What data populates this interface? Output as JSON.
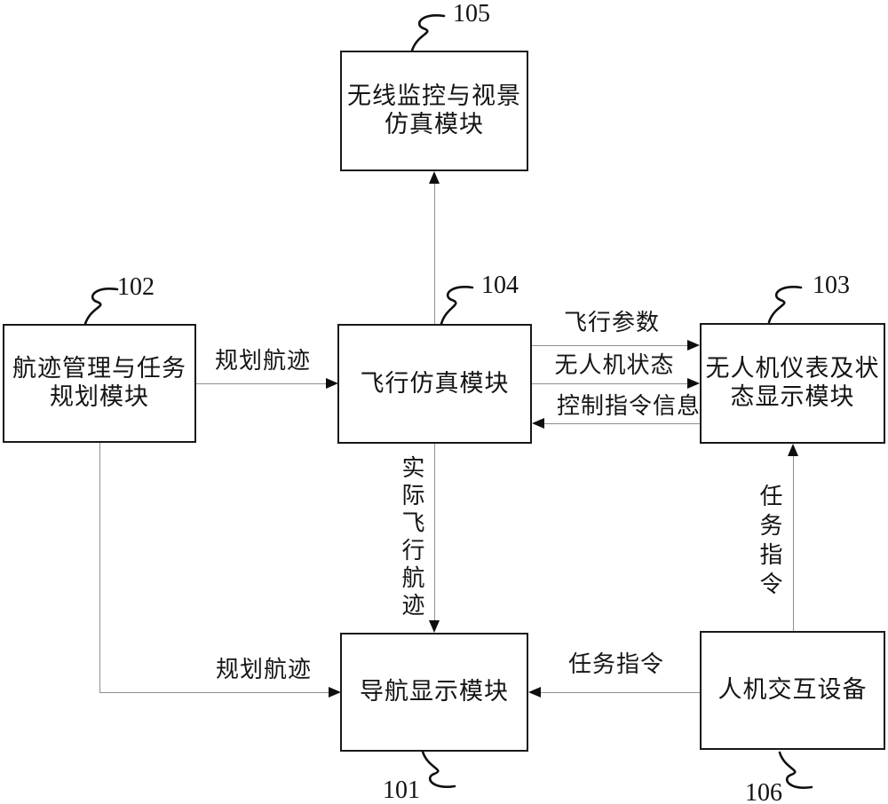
{
  "nodes": {
    "box105": {
      "label": "无线监控与视景仿真模块",
      "ref": "105"
    },
    "box102": {
      "label": "航迹管理与任务规划模块",
      "ref": "102"
    },
    "box104": {
      "label": "飞行仿真模块",
      "ref": "104"
    },
    "box103": {
      "label": "无人机仪表及状态显示模块",
      "ref": "103"
    },
    "box101": {
      "label": "导航显示模块",
      "ref": "101"
    },
    "box106": {
      "label": "人机交互设备",
      "ref": "106"
    }
  },
  "edges": {
    "planned_track_top": {
      "label": "规划航迹",
      "from": "box102",
      "to": "box104"
    },
    "flight_params": {
      "label": "飞行参数",
      "from": "box104",
      "to": "box103"
    },
    "uav_status": {
      "label": "无人机状态",
      "from": "box104",
      "to": "box103"
    },
    "control_cmd_info": {
      "label": "控制指令信息",
      "from": "box103",
      "to": "box104"
    },
    "actual_flight_track": {
      "label": "实际飞行航迹",
      "from": "box104",
      "to": "box101"
    },
    "planned_track_bottom": {
      "label": "规划航迹",
      "from": "box102",
      "to": "box101"
    },
    "mission_cmd_horizontal": {
      "label": "任务指令",
      "from": "box106",
      "to": "box101"
    },
    "mission_cmd_vertical": {
      "label": "任务指令",
      "from": "box106",
      "to": "box103"
    },
    "sim_to_monitor": {
      "label": "",
      "from": "box104",
      "to": "box105"
    }
  },
  "colors": {
    "background": "#ffffff",
    "box_border": "#181818",
    "line": "#8f8f8f",
    "arrowhead": "#0e0e0e",
    "text": "#141414"
  }
}
